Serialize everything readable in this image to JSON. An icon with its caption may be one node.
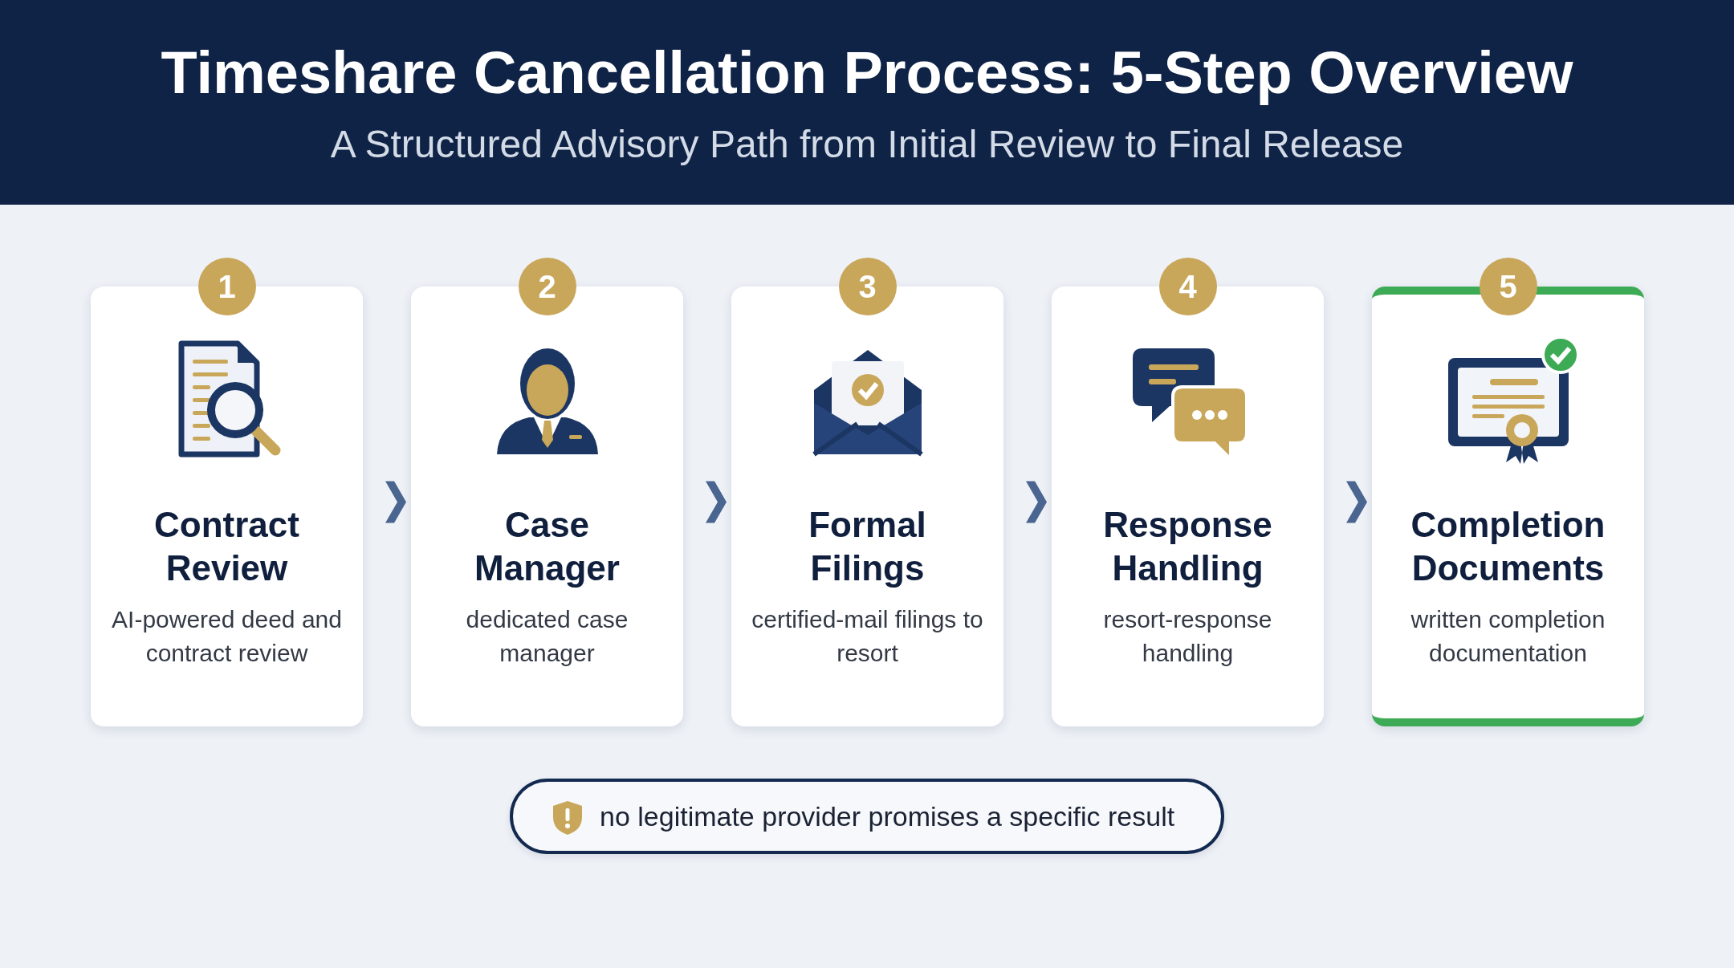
{
  "diagram": {
    "title": "Timeshare Cancellation Process: 5-Step Overview",
    "caption": "A Structured Advisory Path from Initial Review to Final Release",
    "nodes": [
      {
        "text": [
          "1",
          "Contract Review",
          "AI-powered deed and contract review"
        ]
      },
      {
        "text": [
          "2",
          "Case Manager",
          "dedicated case manager"
        ]
      },
      {
        "text": [
          "3",
          "Formal Filings",
          "certified-mail filings to resort"
        ]
      },
      {
        "text": [
          "4",
          "Response Handling",
          "resort-response handling"
        ]
      },
      {
        "text": [
          "5",
          "Completion Documents",
          "written completion documentation"
        ]
      },
      {
        "text": [
          "no legitimate provider promises a specific result"
        ]
      }
    ],
    "edges": [
      {
        "from": 0,
        "to": 1,
        "arrow": "to"
      },
      {
        "from": 1,
        "to": 2,
        "arrow": "to"
      },
      {
        "from": 2,
        "to": 3,
        "arrow": "to"
      },
      {
        "from": 3,
        "to": 4,
        "arrow": "to"
      }
    ]
  }
}
